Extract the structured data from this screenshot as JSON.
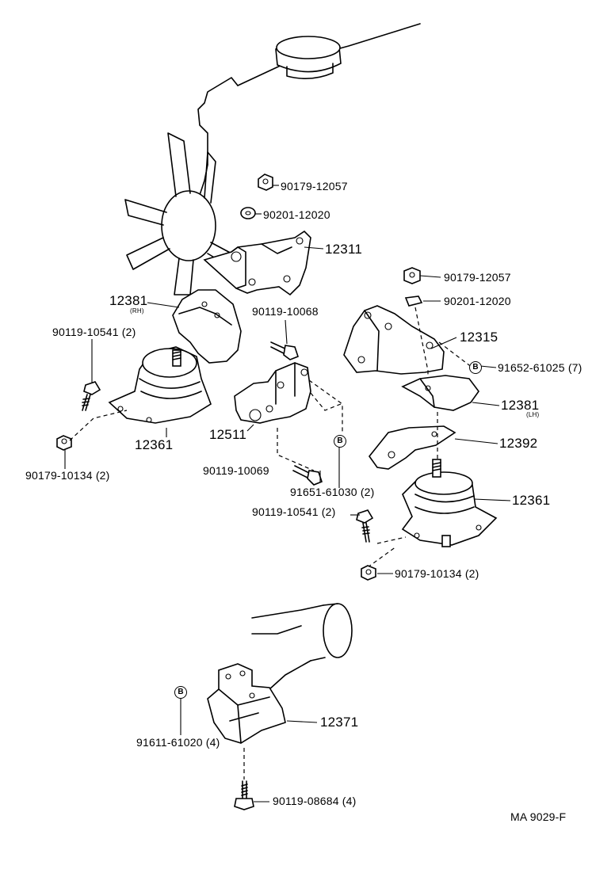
{
  "diagram": {
    "catalog_code": "MA 9029-F",
    "parts": {
      "p90179_12057_top": "90179-12057",
      "p90201_12020_top": "90201-12020",
      "p12311": "12311",
      "p12381_rh": "12381",
      "p12381_rh_side": "(RH)",
      "p90119_10541_left": "90119-10541 (2)",
      "p90119_10068": "90119-10068",
      "p12361_left": "12361",
      "p12511": "12511",
      "p90179_10134_left": "90179-10134 (2)",
      "p90119_10069": "90119-10069",
      "p91651_61030": "91651-61030 (2)",
      "p90179_12057_right": "90179-12057",
      "p90201_12020_right": "90201-12020",
      "p12315": "12315",
      "p91652_61025": "91652-61025 (7)",
      "p12381_lh": "12381",
      "p12381_lh_side": "(LH)",
      "p12392": "12392",
      "p12361_right": "12361",
      "p90119_10541_right": "90119-10541 (2)",
      "p90179_10134_right": "90179-10134 (2)",
      "p12371": "12371",
      "p91611_61020": "91611-61020 (4)",
      "p90119_08684": "90119-08684 (4)"
    },
    "markers": {
      "b": "B"
    }
  }
}
